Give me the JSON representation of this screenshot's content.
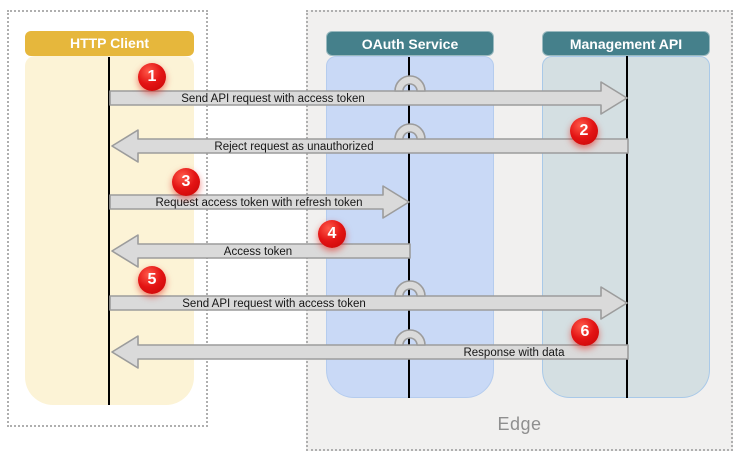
{
  "diagram": {
    "actors": [
      {
        "id": "http-client",
        "label": "HTTP Client",
        "header_color": "#E6B73C",
        "lane_color": "#FCF3D6"
      },
      {
        "id": "oauth-service",
        "label": "OAuth Service",
        "header_color": "#45808B",
        "lane_color": "#C9D9F6"
      },
      {
        "id": "management-api",
        "label": "Management API",
        "header_color": "#45808B",
        "lane_color": "#D4DFE2"
      }
    ],
    "edge_boundary_label": "Edge",
    "messages": [
      {
        "step": "1",
        "label": "Send API request with access token",
        "from": "http-client",
        "to": "management-api",
        "direction": "right"
      },
      {
        "step": "2",
        "label": "Reject request as unauthorized",
        "from": "management-api",
        "to": "http-client",
        "direction": "left"
      },
      {
        "step": "3",
        "label": "Request access token with refresh token",
        "from": "http-client",
        "to": "oauth-service",
        "direction": "right"
      },
      {
        "step": "4",
        "label": "Access token",
        "from": "oauth-service",
        "to": "http-client",
        "direction": "left"
      },
      {
        "step": "5",
        "label": "Send API request with access token",
        "from": "http-client",
        "to": "management-api",
        "direction": "right"
      },
      {
        "step": "6",
        "label": "Response with data",
        "from": "management-api",
        "to": "http-client",
        "direction": "left"
      }
    ],
    "colors": {
      "badge_red": "#DE1010",
      "arrow_fill": "#DADADA",
      "arrow_border": "#9C9C9C",
      "edge_boundary_fill": "#F1F0EF",
      "lifeline": "#000000"
    }
  }
}
